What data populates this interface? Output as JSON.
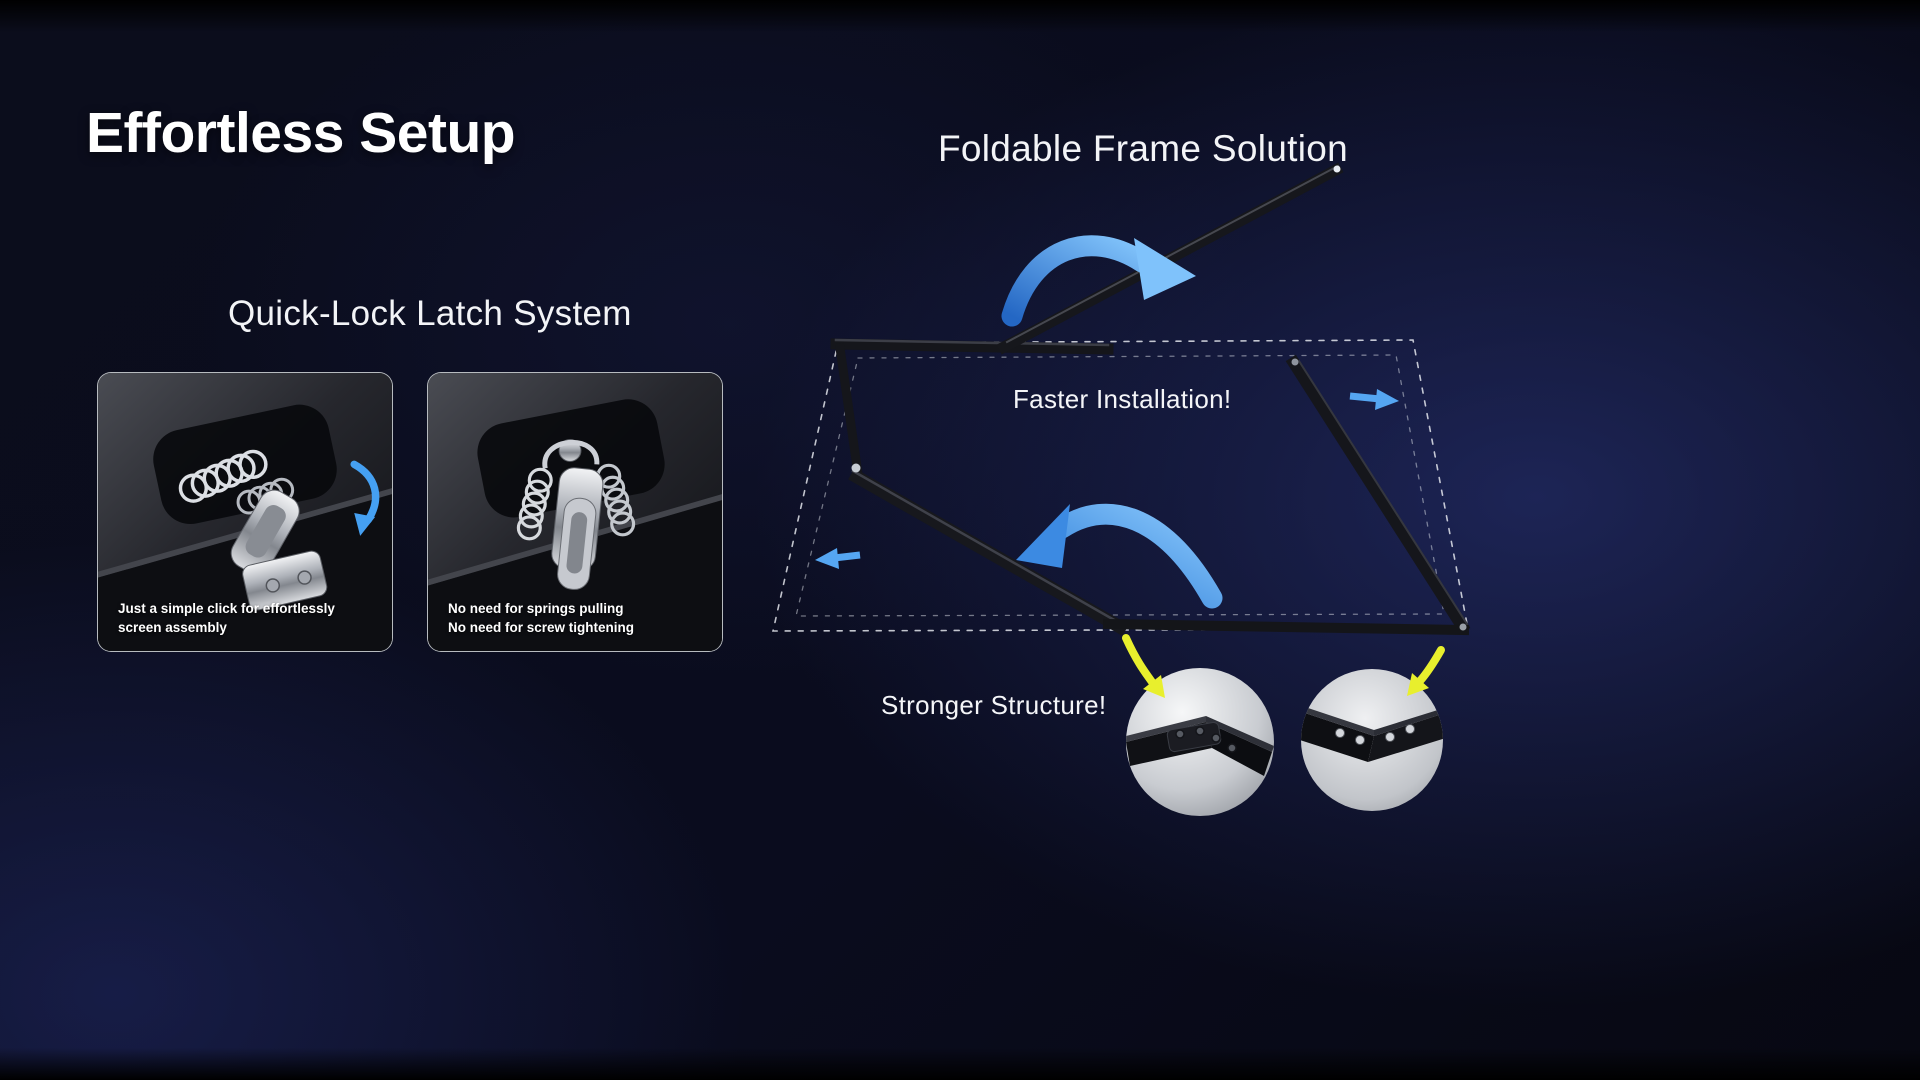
{
  "page": {
    "title": "Effortless Setup"
  },
  "quick_lock": {
    "heading": "Quick-Lock Latch System",
    "cards": [
      {
        "caption": [
          "Just a simple click for effortlessly",
          "screen assembly"
        ]
      },
      {
        "caption": [
          "No need for springs pulling",
          "No need for screw tightening"
        ]
      }
    ]
  },
  "foldable": {
    "heading": "Foldable Frame Solution",
    "labels": {
      "faster": "Faster Installation!",
      "stronger": "Stronger Structure!"
    }
  },
  "colors": {
    "accent_blue": "#4da2f2",
    "pointer_yellow": "#e8ef2d",
    "background_navy": "#0a0c1e",
    "frame_black": "#15161b"
  },
  "icons": {
    "fold_arrows": "curved-blue-arrow-icon",
    "expand_arrows": "small-blue-arrow-icon",
    "detail_pointers": "yellow-arrow-icon",
    "latch_motion": "small-blue-curved-arrow-icon"
  }
}
